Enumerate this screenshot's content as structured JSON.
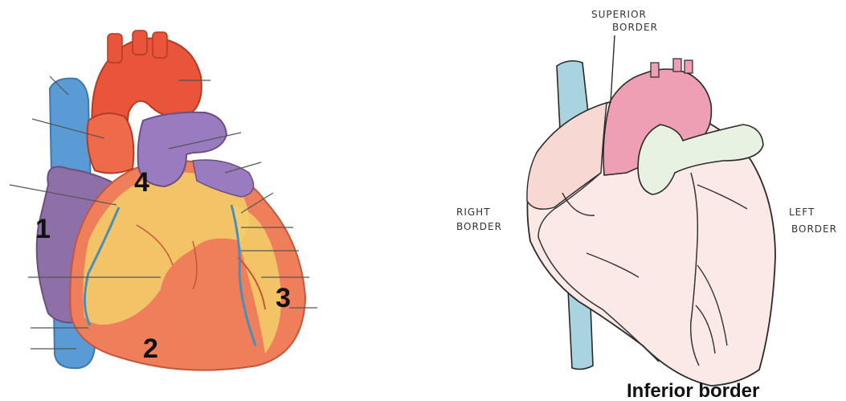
{
  "left_figure": {
    "markers": [
      "1",
      "2",
      "3",
      "4"
    ]
  },
  "right_figure": {
    "labels": {
      "superior_line1": "SUPERIOR",
      "superior_line2": "BORDER",
      "right_line1": "RIGHT",
      "right_line2": "BORDER",
      "left_line1": "LEFT",
      "left_line2": "BORDER",
      "inferior": "Inferior border"
    }
  },
  "colors": {
    "vena_cava": "#5b9bd5",
    "aorta": "#e8553a",
    "pulmonary_trunk": "#9b7bc0",
    "atrium": "#8f6fa8",
    "ventricle": "#ef7f5a",
    "fat": "#f3cf6a",
    "sketch_pink": "#f2c4c8",
    "sketch_outline": "#2a2a2a"
  }
}
